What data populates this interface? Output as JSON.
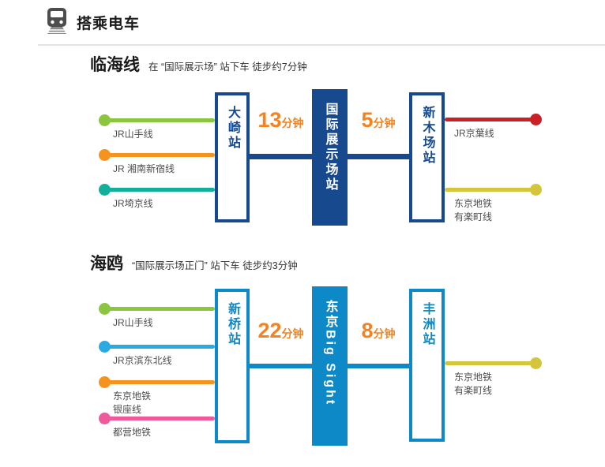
{
  "header": {
    "title": "搭乘电车"
  },
  "colors": {
    "navy": "#17498F",
    "bright_blue": "#0E89C8",
    "time_text": "#F6821F",
    "label_text": "#4D4D4D",
    "divider": "#E3E3E3"
  },
  "sections": [
    {
      "heading": "临海线",
      "subtitle": "在 “国际展示场” 站下车 徒步约7分钟",
      "accent": "#17498F",
      "stations": {
        "left": "大崎站",
        "center": "国际展示场站",
        "right": "新木场站"
      },
      "durations": [
        {
          "num": "13",
          "unit": "分钟"
        },
        {
          "num": "5",
          "unit": "分钟"
        }
      ],
      "left_lines": [
        {
          "label": "JR山手线",
          "color": "#8CC63F"
        },
        {
          "label": "JR 湘南新宿线",
          "color": "#F6921E"
        },
        {
          "label": "JR埼京线",
          "color": "#12AF9B"
        }
      ],
      "right_lines": [
        {
          "label": "JR京葉线",
          "color": "#CB2026"
        },
        {
          "label": "东京地铁",
          "label2": "有楽町线",
          "color": "#D5C53C"
        }
      ]
    },
    {
      "heading": "海鸥",
      "subtitle": "“国际展示场正门” 站下车 徒步约3分钟",
      "accent": "#0E89C8",
      "stations": {
        "left": "新桥站",
        "center": "东京Big Sight",
        "right": "丰洲站"
      },
      "durations": [
        {
          "num": "22",
          "unit": "分钟"
        },
        {
          "num": "8",
          "unit": "分钟"
        }
      ],
      "left_lines": [
        {
          "label": "JR山手线",
          "color": "#8CC63F"
        },
        {
          "label": "JR京滨东北线",
          "color": "#29ABE2"
        },
        {
          "label": "东京地铁",
          "label2": "银座线",
          "color": "#F6921E"
        },
        {
          "label": "都营地铁",
          "color": "#EF5A9D"
        }
      ],
      "right_lines": [
        {
          "label": "东京地铁",
          "label2": "有楽町线",
          "color": "#D5C53C"
        }
      ]
    }
  ]
}
